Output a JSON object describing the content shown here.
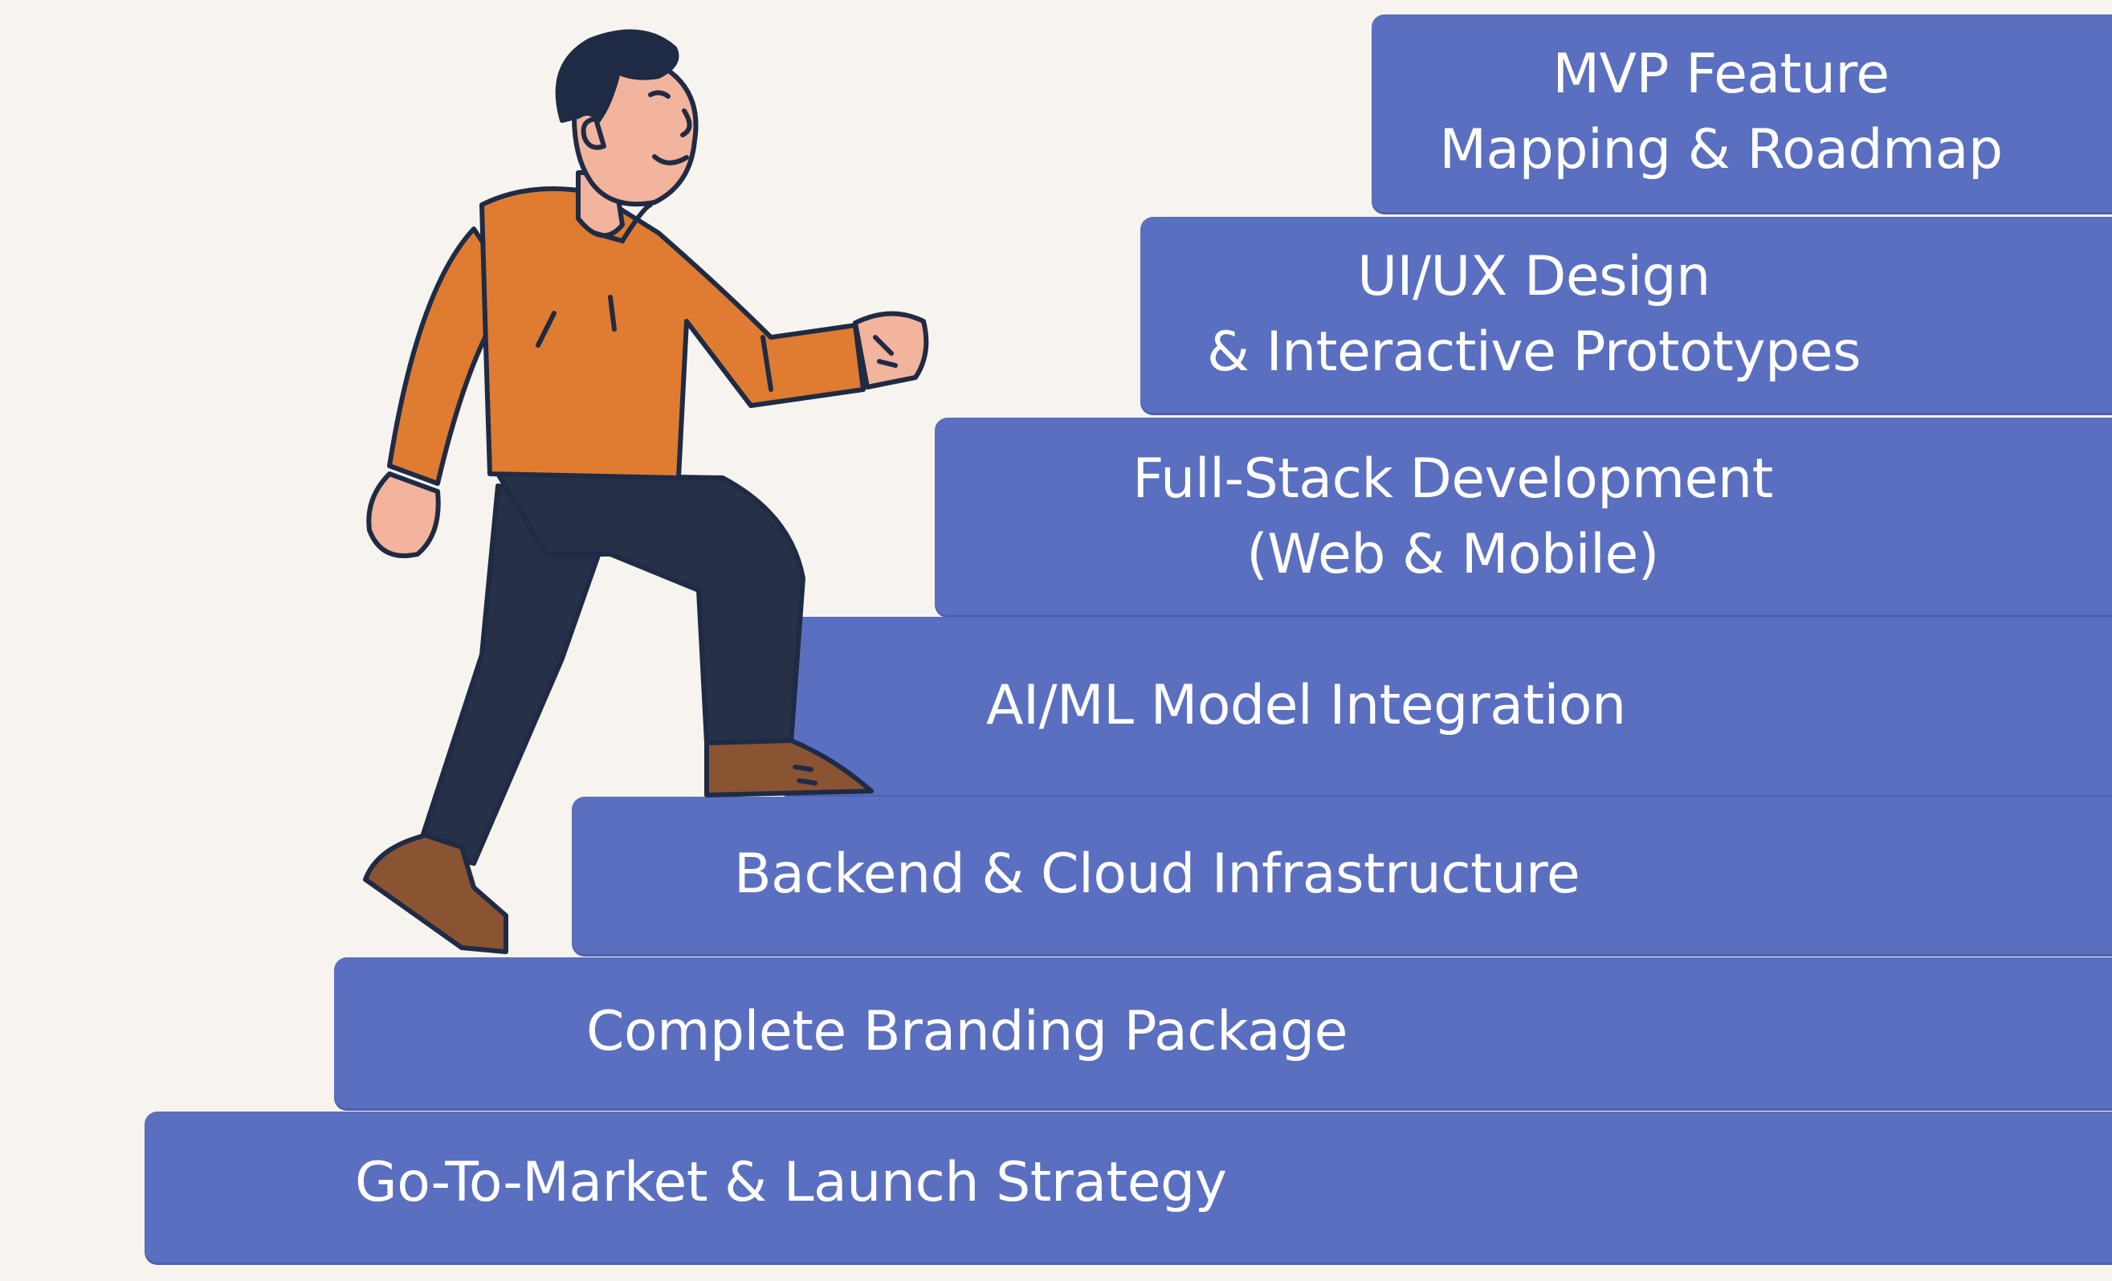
{
  "colors": {
    "background": "#f7f3ee",
    "stair": "#5a6fc0",
    "stair_text": "#ffffff",
    "sweater": "#e07b32",
    "pants": "#263047",
    "skin": "#f2b49c",
    "hair": "#1f2b44",
    "shoes": "#8a5433"
  },
  "steps": [
    {
      "line1": "MVP Feature",
      "line2": "Mapping & Roadmap"
    },
    {
      "line1": "UI/UX Design",
      "line2": "& Interactive Prototypes"
    },
    {
      "line1": "Full-Stack Development",
      "line2": "(Web & Mobile)"
    },
    {
      "line1": "AI/ML Model Integration"
    },
    {
      "line1": "Backend & Cloud Infrastructure"
    },
    {
      "line1": "Complete Branding Package"
    },
    {
      "line1": "Go-To-Market & Launch Strategy"
    }
  ],
  "illustration": {
    "subject": "person-climbing-stairs-illustration"
  }
}
